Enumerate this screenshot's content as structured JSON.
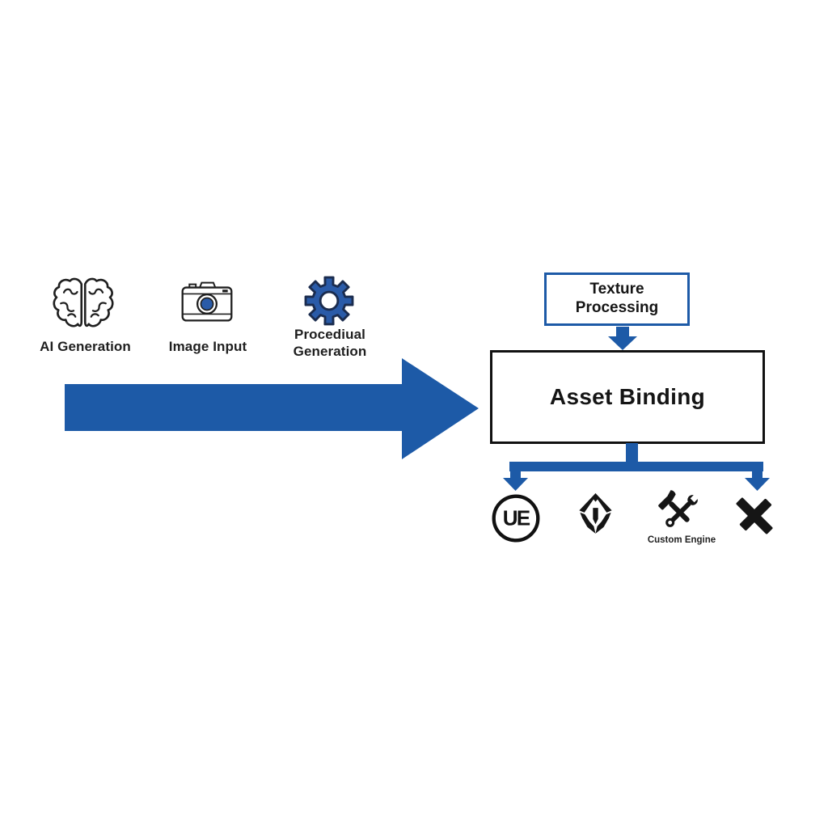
{
  "colors": {
    "accent_blue": "#1d5aa7",
    "gear_blue": "#2a5ba8",
    "outline_navy": "#1b2c4e",
    "icon_black": "#151515",
    "background": "#ffffff"
  },
  "inputs": {
    "items": [
      {
        "icon": "brain-icon",
        "label": "AI Generation"
      },
      {
        "icon": "camera-icon",
        "label": "Image Input"
      },
      {
        "icon": "gear-icon",
        "label": "Procediual Generation"
      }
    ]
  },
  "pipeline": {
    "texture_box_label": "Texture Processing",
    "asset_box_label": "Asset Binding"
  },
  "engines": {
    "unreal_label": "UE",
    "custom_label": "Custom Engine",
    "icons": [
      "unreal-engine-icon",
      "shield-engine-icon",
      "custom-engine-tools-icon",
      "x-engine-icon"
    ]
  }
}
